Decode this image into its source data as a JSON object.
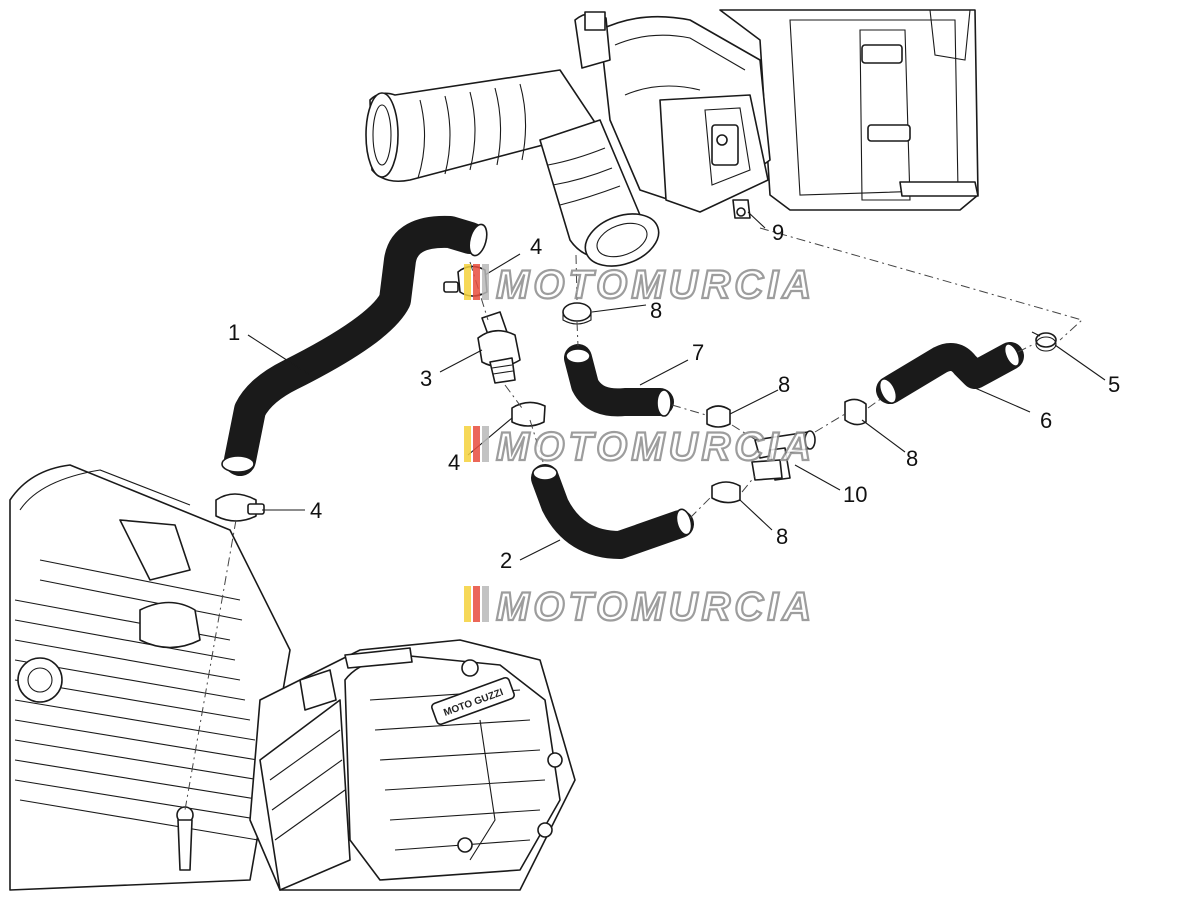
{
  "diagram": {
    "watermark": {
      "text": "MOTOMURCIA",
      "stripe_colors": [
        "#f5d23c",
        "#e84d3d",
        "#b9b9b9"
      ]
    },
    "engine_logo": "MOTO GUZZI",
    "callouts": [
      {
        "id": "c1",
        "label": "1"
      },
      {
        "id": "c2",
        "label": "2"
      },
      {
        "id": "c3",
        "label": "3"
      },
      {
        "id": "c4a",
        "label": "4"
      },
      {
        "id": "c4b",
        "label": "4"
      },
      {
        "id": "c4c",
        "label": "4"
      },
      {
        "id": "c5",
        "label": "5"
      },
      {
        "id": "c6",
        "label": "6"
      },
      {
        "id": "c7",
        "label": "7"
      },
      {
        "id": "c8a",
        "label": "8"
      },
      {
        "id": "c8b",
        "label": "8"
      },
      {
        "id": "c8c",
        "label": "8"
      },
      {
        "id": "c8d",
        "label": "8"
      },
      {
        "id": "c9",
        "label": "9"
      },
      {
        "id": "c10",
        "label": "10"
      }
    ]
  }
}
